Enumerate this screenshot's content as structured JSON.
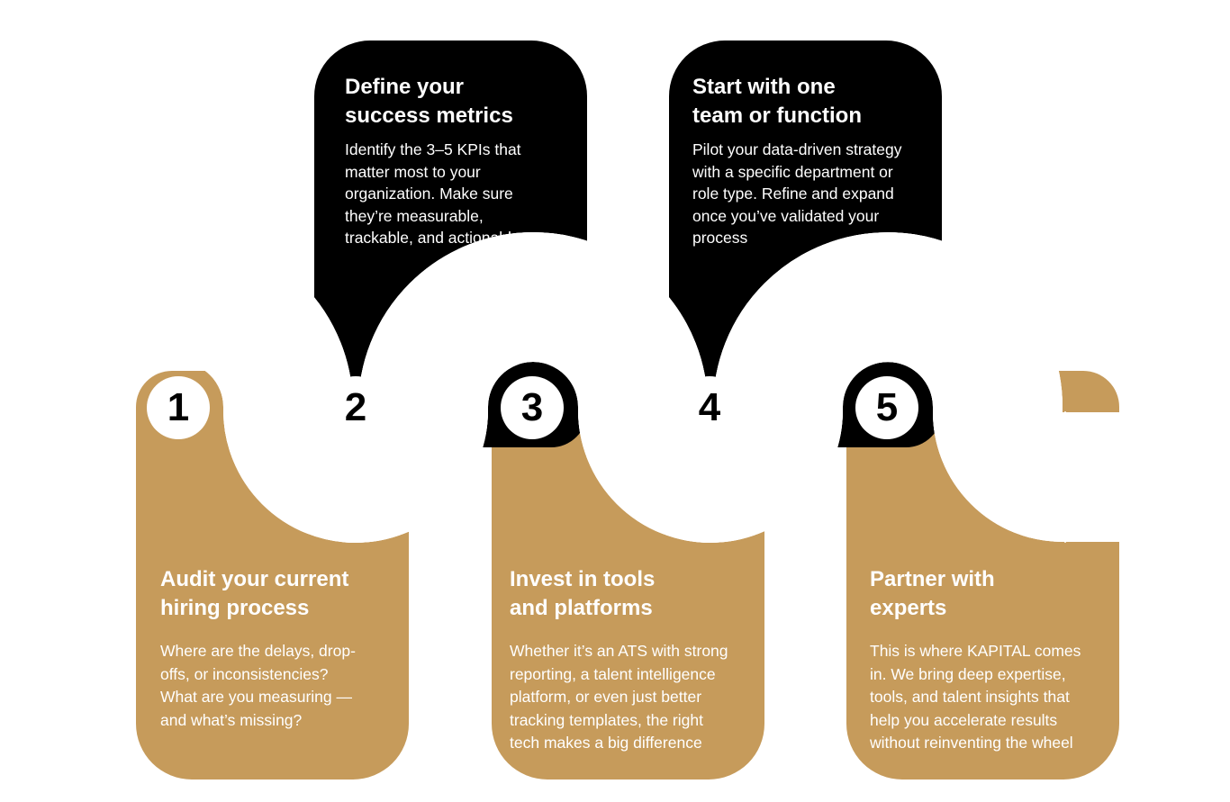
{
  "steps": [
    {
      "number": "1",
      "title": "Audit your current\nhiring process",
      "body": "Where are the delays, drop-\noffs, or inconsistencies?\nWhat are you measuring —\nand what’s missing?"
    },
    {
      "number": "2",
      "title": "Define your\nsuccess metrics",
      "body": "Identify the 3–5 KPIs that\nmatter most to your\norganization. Make sure\nthey’re measurable,\ntrackable, and actionable."
    },
    {
      "number": "3",
      "title": "Invest in tools\nand platforms",
      "body": "Whether it’s an ATS with strong\nreporting, a talent intelligence\nplatform, or even just better\ntracking templates, the right\ntech makes a big difference"
    },
    {
      "number": "4",
      "title": "Start with one\nteam or function",
      "body": "Pilot your data-driven strategy\nwith a specific department or\nrole type. Refine and expand\nonce you’ve validated your\nprocess"
    },
    {
      "number": "5",
      "title": "Partner with\nexperts",
      "body": "This is where KAPITAL comes\nin. We bring deep expertise,\ntools, and talent insights that\nhelp you accelerate results\nwithout reinventing the wheel"
    }
  ],
  "colors": {
    "dark_card": "#000000",
    "gold_card": "#c69b5b",
    "road": "#4d4d4d",
    "road_edge": "#ffffff"
  }
}
